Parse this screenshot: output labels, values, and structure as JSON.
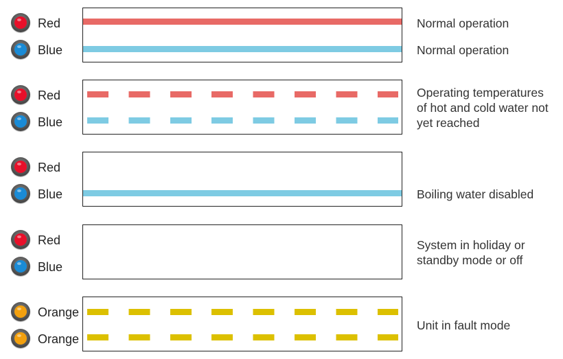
{
  "colors": {
    "red_led": "#e8102a",
    "blue_led": "#1a8bd6",
    "orange_led": "#f3a00e",
    "red_line": "#e86a66",
    "blue_line": "#7ecbe3",
    "yellow_line": "#dcc000"
  },
  "rows": [
    {
      "leds": [
        {
          "label": "Red",
          "color": "red"
        },
        {
          "label": "Blue",
          "color": "blue"
        }
      ],
      "lines": [
        {
          "style": "solid",
          "color": "red"
        },
        {
          "style": "solid",
          "color": "blue"
        }
      ],
      "description": "Normal operation",
      "description2": "Normal operation"
    },
    {
      "leds": [
        {
          "label": "Red",
          "color": "red"
        },
        {
          "label": "Blue",
          "color": "blue"
        }
      ],
      "lines": [
        {
          "style": "dashed",
          "color": "red"
        },
        {
          "style": "dashed",
          "color": "blue"
        }
      ],
      "description": "Operating temperatures\nof hot and cold water not\nyet reached"
    },
    {
      "leds": [
        {
          "label": "Red",
          "color": "red"
        },
        {
          "label": "Blue",
          "color": "blue"
        }
      ],
      "lines": [
        {
          "style": "none",
          "color": "red"
        },
        {
          "style": "solid",
          "color": "blue"
        }
      ],
      "description": "Boiling water disabled"
    },
    {
      "leds": [
        {
          "label": "Red",
          "color": "red"
        },
        {
          "label": "Blue",
          "color": "blue"
        }
      ],
      "lines": [
        {
          "style": "none",
          "color": "red"
        },
        {
          "style": "none",
          "color": "blue"
        }
      ],
      "description": "System in holiday or\nstandby mode or off"
    },
    {
      "leds": [
        {
          "label": "Orange",
          "color": "orange"
        },
        {
          "label": "Orange",
          "color": "orange"
        }
      ],
      "lines": [
        {
          "style": "dashed",
          "color": "yellow"
        },
        {
          "style": "dashed",
          "color": "yellow"
        }
      ],
      "description": "Unit in fault mode"
    }
  ]
}
